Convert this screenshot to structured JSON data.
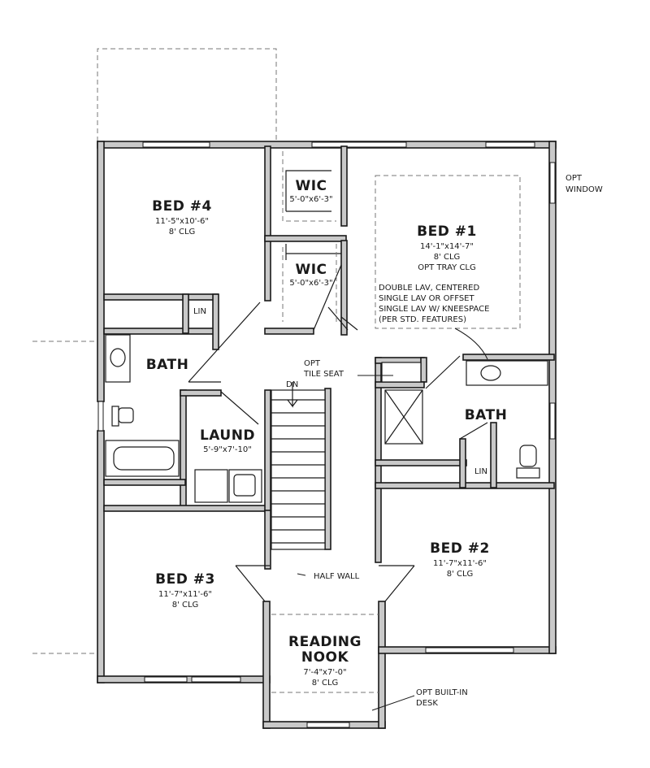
{
  "rooms": {
    "bed4": {
      "name": "BED #4",
      "size": "11'-5\"x10'-6\"",
      "ceiling": "8' CLG"
    },
    "wic1": {
      "name": "WIC",
      "size": "5'-0\"x6'-3\""
    },
    "wic2": {
      "name": "WIC",
      "size": "5'-0\"x6'-3\""
    },
    "bed1": {
      "name": "BED #1",
      "size": "14'-1\"x14'-7\"",
      "ceiling": "8' CLG",
      "ceiling_opt": "OPT TRAY CLG"
    },
    "lin1": {
      "name": "LIN"
    },
    "bath1": {
      "name": "BATH"
    },
    "laund": {
      "name": "LAUND",
      "size": "5'-9\"x7'-10\""
    },
    "bath2": {
      "name": "BATH"
    },
    "lin2": {
      "name": "LIN"
    },
    "bed2": {
      "name": "BED #2",
      "size": "11'-7\"x11'-6\"",
      "ceiling": "8' CLG"
    },
    "bed3": {
      "name": "BED #3",
      "size": "11'-7\"x11'-6\"",
      "ceiling": "8' CLG"
    },
    "nook": {
      "name_line1": "READING",
      "name_line2": "NOOK",
      "size": "7'-4\"x7'-0\"",
      "ceiling": "8' CLG"
    }
  },
  "notes": {
    "opt_window_1": "OPT",
    "opt_window_2": "WINDOW",
    "lav_1": "DOUBLE LAV, CENTERED",
    "lav_2": "SINGLE LAV OR OFFSET",
    "lav_3": "SINGLE LAV W/ KNEESPACE",
    "lav_4": "(PER STD. FEATURES)",
    "tile_seat_1": "OPT",
    "tile_seat_2": "TILE SEAT",
    "dn": "DN",
    "half_wall": "HALF WALL",
    "desk_1": "OPT BUILT-IN",
    "desk_2": "DESK"
  }
}
